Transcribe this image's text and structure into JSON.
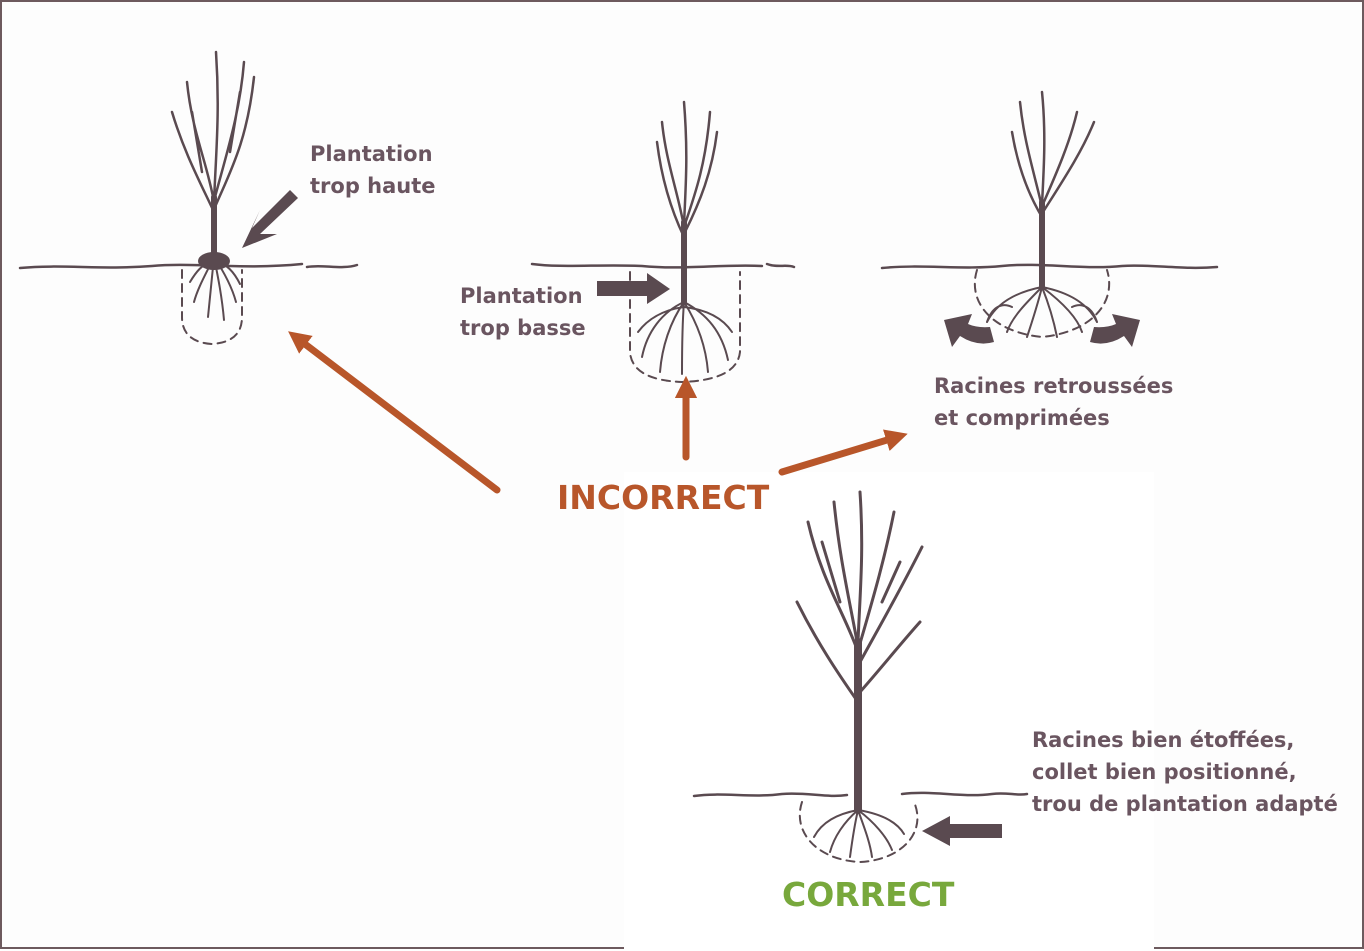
{
  "colors": {
    "frame": "#6d5a5e",
    "label_text": "#6a5560",
    "incorrect": "#b8562a",
    "correct": "#78a83c",
    "ink": "#5a4a50"
  },
  "labels": {
    "too_high_line1": "Plantation",
    "too_high_line2": "trop haute",
    "too_low_line1": "Plantation",
    "too_low_line2": "trop basse",
    "roots_bent_line1": "Racines retroussées",
    "roots_bent_line2": "et comprimées",
    "good_line1": "Racines bien étoffées,",
    "good_line2": "collet bien positionné,",
    "good_line3": "trou de plantation adapté"
  },
  "verdicts": {
    "incorrect": "INCORRECT",
    "correct": "CORRECT"
  }
}
